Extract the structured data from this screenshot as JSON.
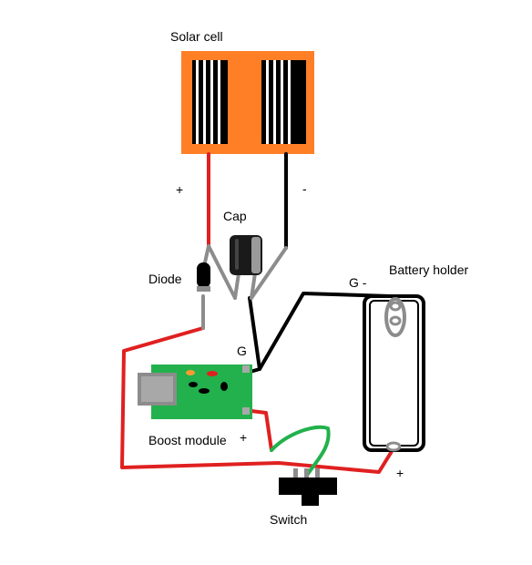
{
  "labels": {
    "solar_cell": "Solar cell",
    "plus_solar": "+",
    "minus_solar": "-",
    "cap": "Cap",
    "diode": "Diode",
    "g_minus": "G -",
    "battery_holder": "Battery holder",
    "g_boost": "G",
    "boost_module": "Boost module",
    "plus_boost": "+",
    "plus_battery": "+",
    "switch": "Switch"
  },
  "colors": {
    "solar_panel": "#ff7f27",
    "wire_positive": "#e02020",
    "wire_negative": "#000000",
    "wire_jumper": "#22b14c",
    "pcb": "#22b14c",
    "component_lead": "#8c8c8c"
  }
}
